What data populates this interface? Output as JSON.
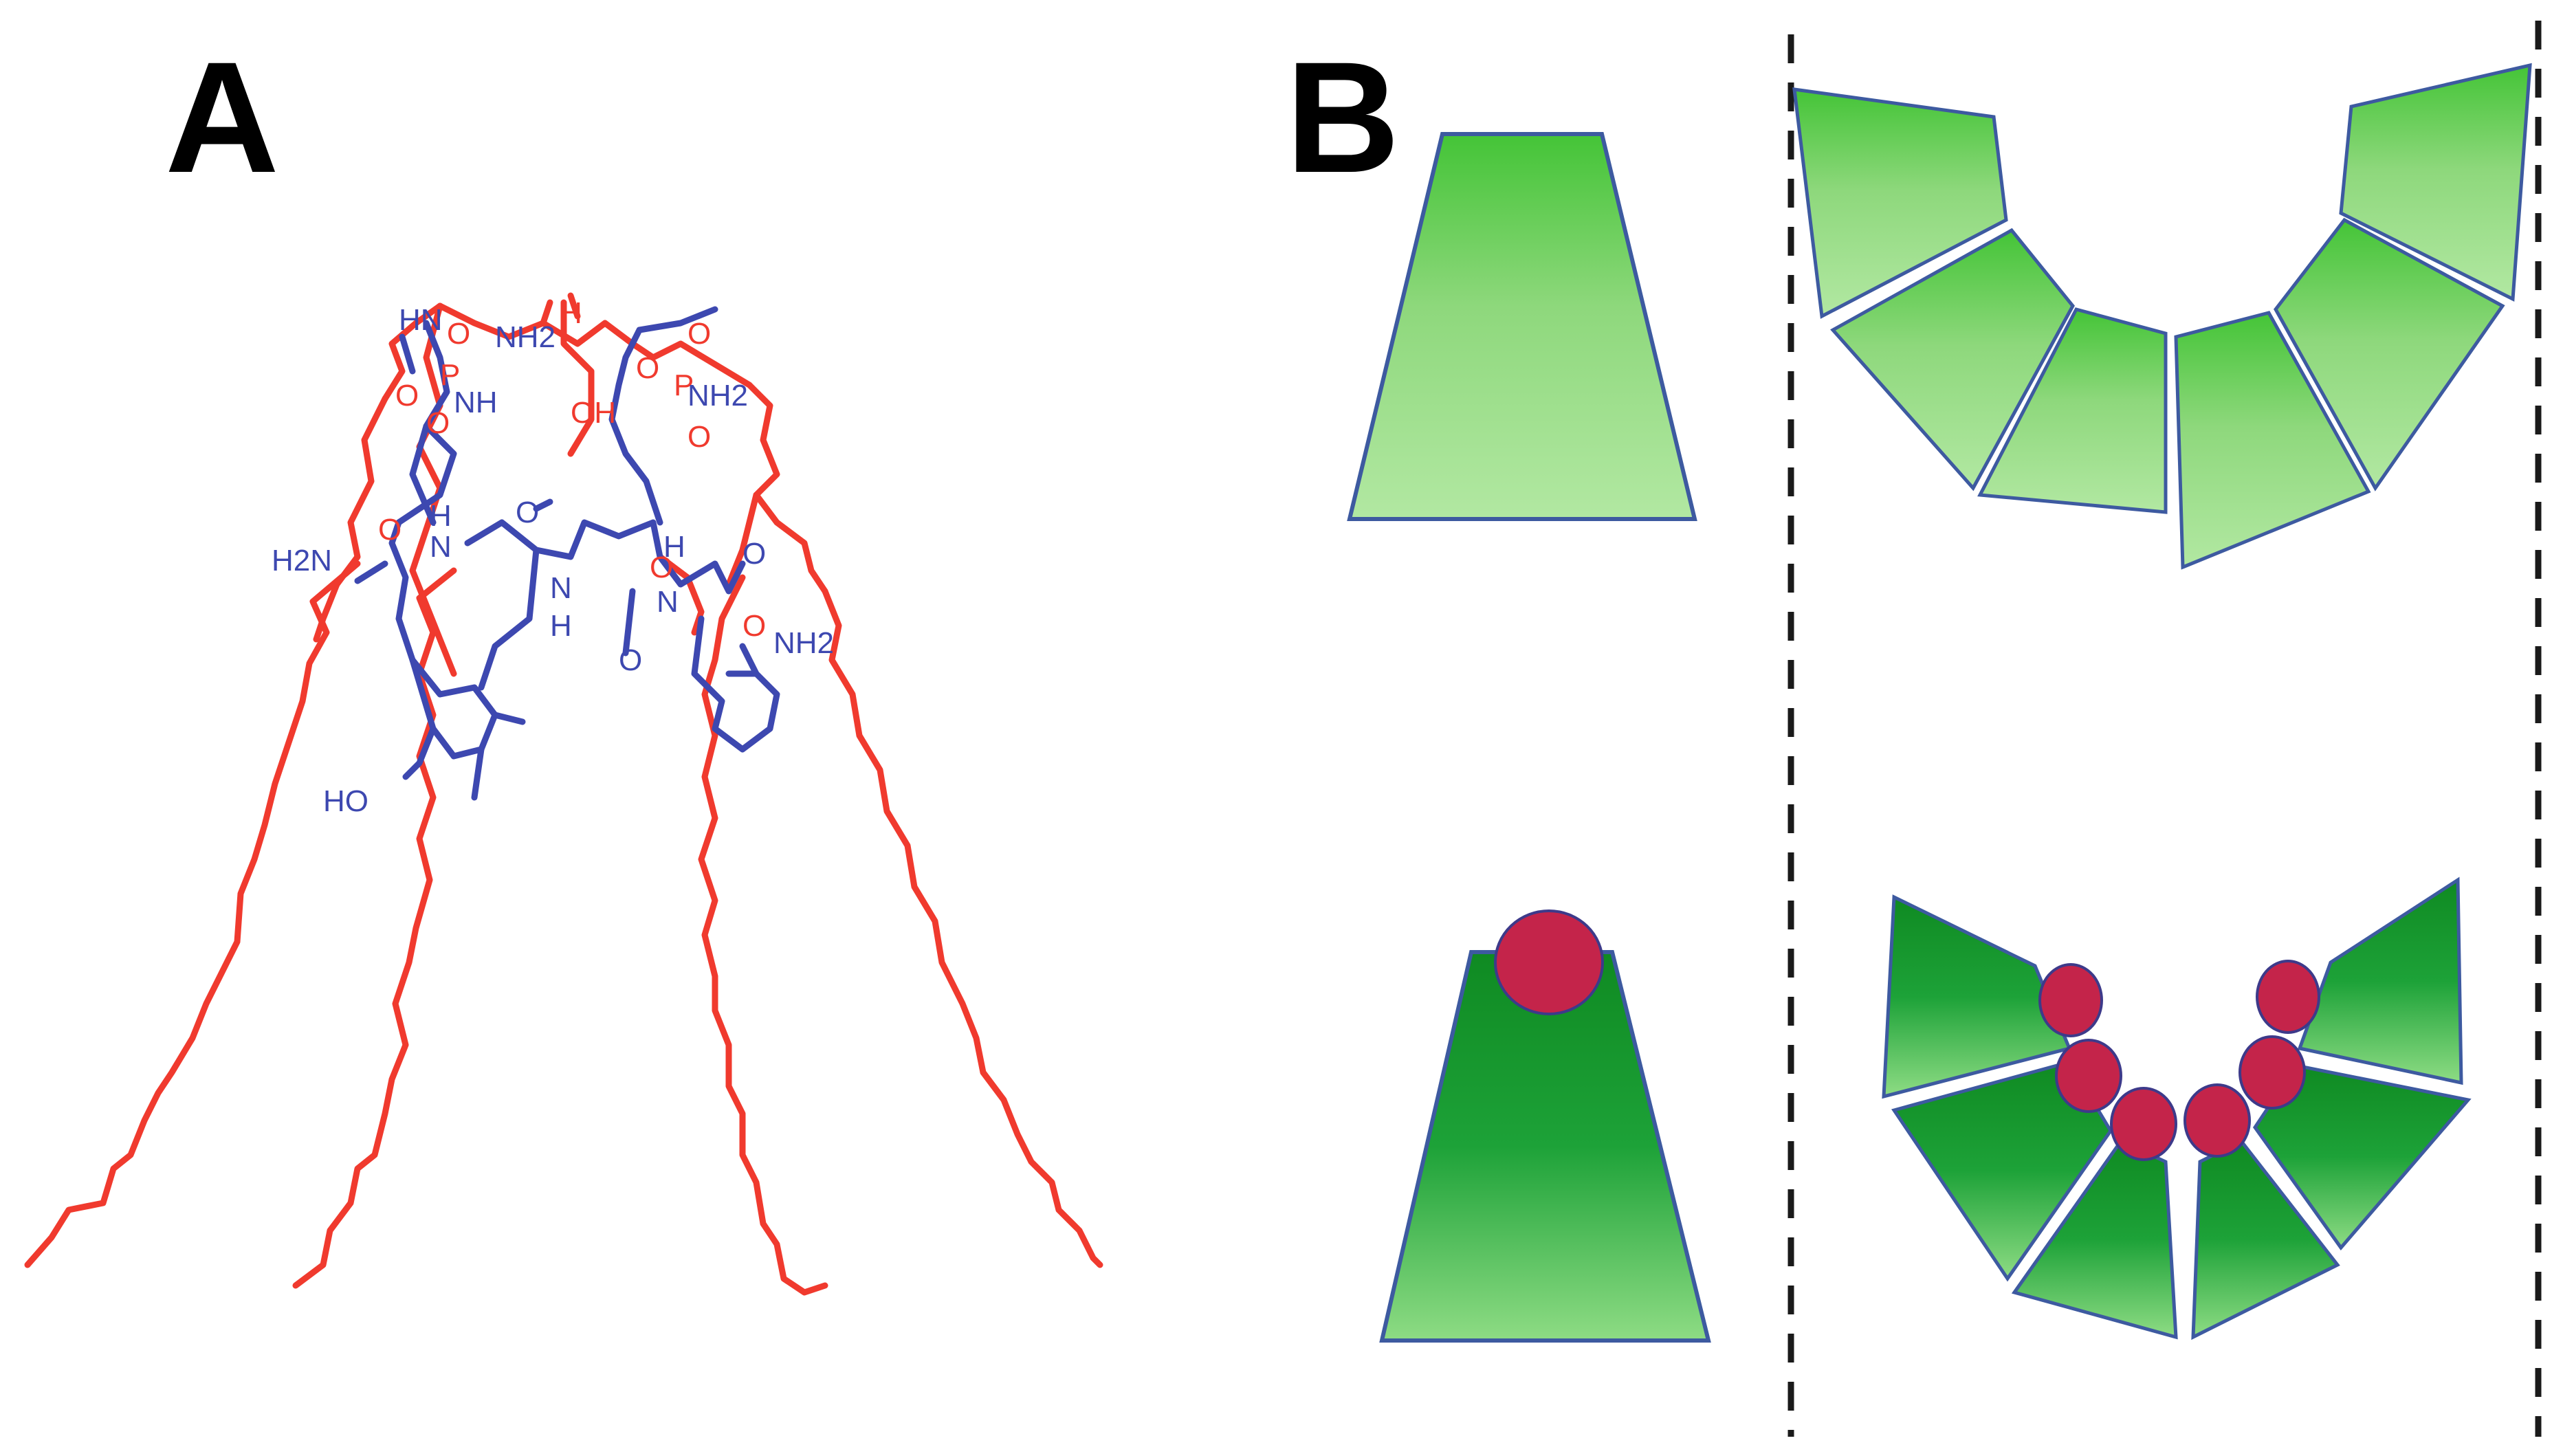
{
  "panels": {
    "a_label": "A",
    "b_label": "B"
  },
  "molecule": {
    "labels": [
      "HN",
      "NH2",
      "H",
      "O",
      "P",
      "O",
      "O",
      "NH",
      "OH",
      "O",
      "P",
      "NH2",
      "O",
      "O",
      "H2N",
      "O",
      "H",
      "N",
      "O",
      "N",
      "H",
      "O",
      "H",
      "N",
      "O",
      "O",
      "NH2",
      "O",
      "HO"
    ]
  },
  "colors": {
    "lipid": "#f03a2e",
    "peptide": "#3d48b0",
    "wedge_light": "#a8e492",
    "wedge_dark": "#179c2c",
    "wedge_stroke": "#3d5aa0",
    "head_bead": "#c4244a",
    "divider": "#1a1a1a"
  }
}
